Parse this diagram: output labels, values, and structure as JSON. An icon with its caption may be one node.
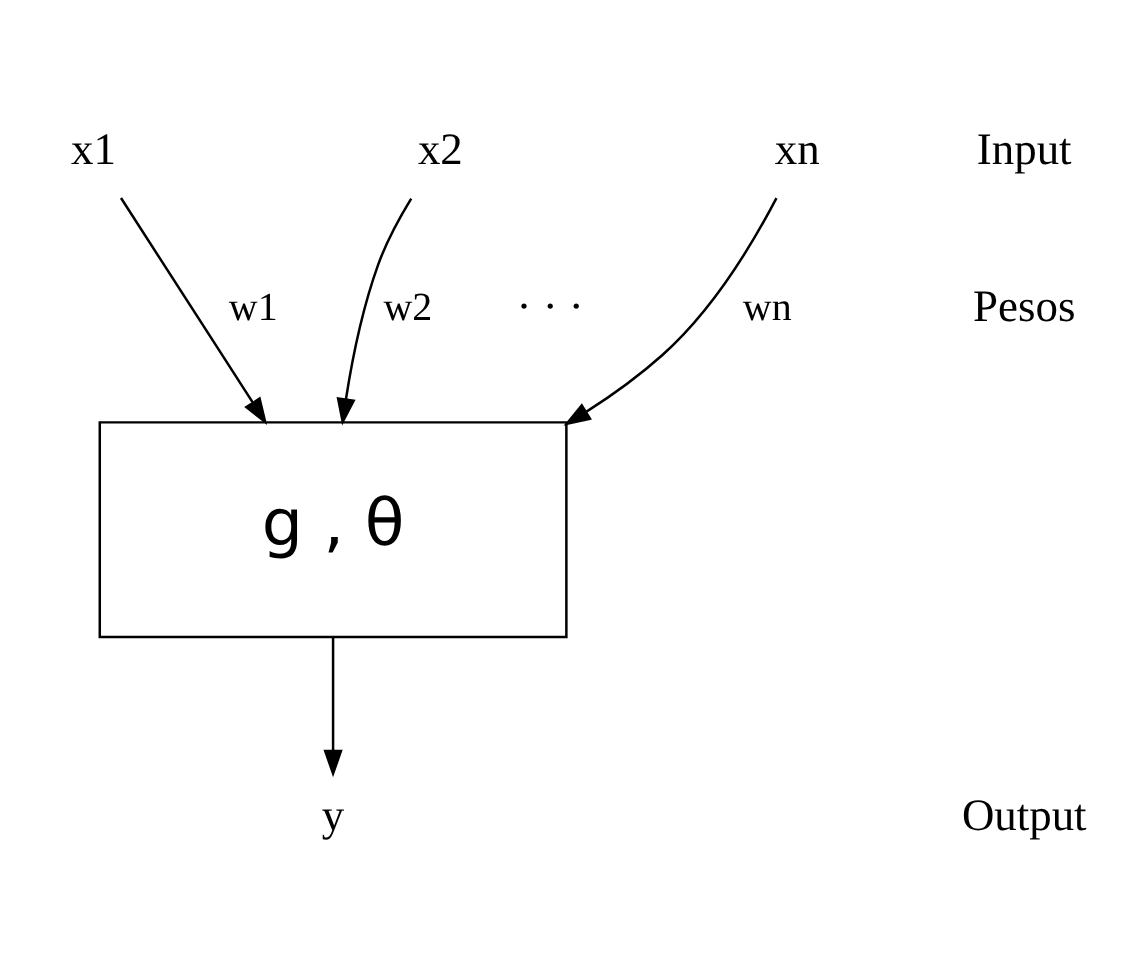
{
  "diagram": {
    "nodes": [
      {
        "text": [
          "x1"
        ]
      },
      {
        "text": [
          "x2"
        ]
      },
      {
        "text": [
          "xn"
        ]
      },
      {
        "text": [
          "g , θ"
        ]
      },
      {
        "text": [
          "y"
        ]
      }
    ],
    "edges": [
      {
        "from": 0,
        "to": 3,
        "arrow": "to",
        "label": "w1"
      },
      {
        "from": 1,
        "to": 3,
        "arrow": "to",
        "label": "w2"
      },
      {
        "from": 2,
        "to": 3,
        "arrow": "to",
        "label": "wn"
      },
      {
        "from": 3,
        "to": 4,
        "arrow": "to"
      }
    ],
    "labels": [
      "Input",
      "Pesos",
      "· · ·",
      "Output"
    ]
  }
}
